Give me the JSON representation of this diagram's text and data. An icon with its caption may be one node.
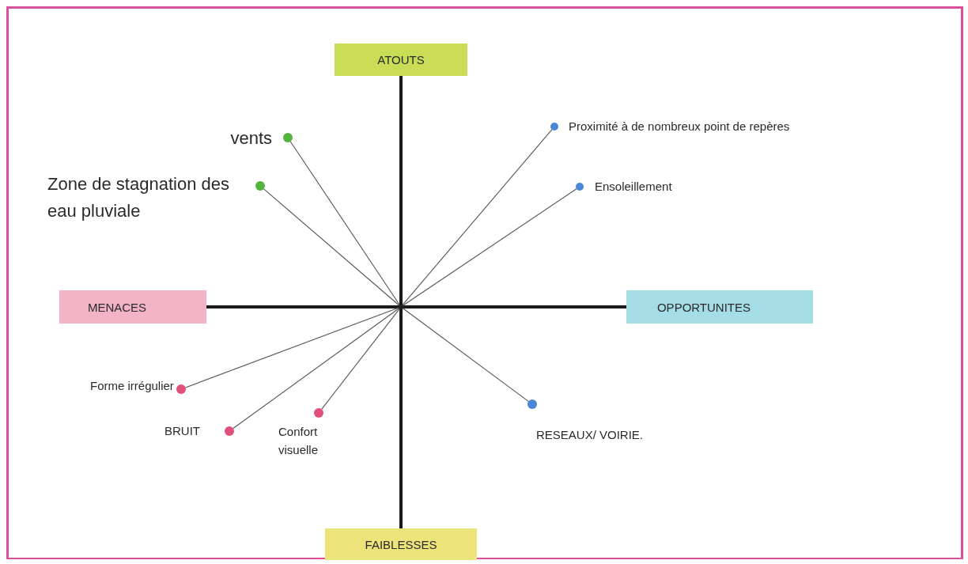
{
  "diagram": {
    "nodes": [
      {
        "text": [
          "ATOUTS"
        ]
      },
      {
        "text": [
          "MENACES"
        ]
      },
      {
        "text": [
          "OPPORTUNITES"
        ]
      },
      {
        "text": [
          "FAIBLESSES"
        ]
      },
      {
        "text": [],
        "shape": "circle"
      },
      {
        "text": [],
        "shape": "circle",
        "beside": [
          "vents"
        ]
      },
      {
        "text": [],
        "shape": "circle",
        "beside": [
          "Zone de stagnation des eau pluviale"
        ]
      },
      {
        "text": [],
        "shape": "circle",
        "beside": [
          "Proximité à de nombreux point de repères"
        ]
      },
      {
        "text": [],
        "shape": "circle",
        "beside": [
          "Ensoleillement"
        ]
      },
      {
        "text": [],
        "shape": "circle",
        "beside": [
          "RESEAUX/ VOIRIE."
        ]
      },
      {
        "text": [],
        "shape": "circle",
        "beside": [
          "Forme irrégulier"
        ]
      },
      {
        "text": [],
        "shape": "circle",
        "beside": [
          "BRUIT"
        ]
      },
      {
        "text": [],
        "shape": "circle",
        "beside": [
          "Confort visuelle"
        ]
      }
    ],
    "edges": [
      {
        "from": 0,
        "to": 3,
        "arrow": "none",
        "style": "thick"
      },
      {
        "from": 1,
        "to": 2,
        "arrow": "none",
        "style": "thick"
      },
      {
        "from": 5,
        "to": 4,
        "arrow": "none"
      },
      {
        "from": 6,
        "to": 4,
        "arrow": "none"
      },
      {
        "from": 7,
        "to": 4,
        "arrow": "none"
      },
      {
        "from": 8,
        "to": 4,
        "arrow": "none"
      },
      {
        "from": 9,
        "to": 4,
        "arrow": "none"
      },
      {
        "from": 10,
        "to": 4,
        "arrow": "none"
      },
      {
        "from": 11,
        "to": 4,
        "arrow": "none"
      },
      {
        "from": 12,
        "to": 4,
        "arrow": "none"
      }
    ]
  }
}
